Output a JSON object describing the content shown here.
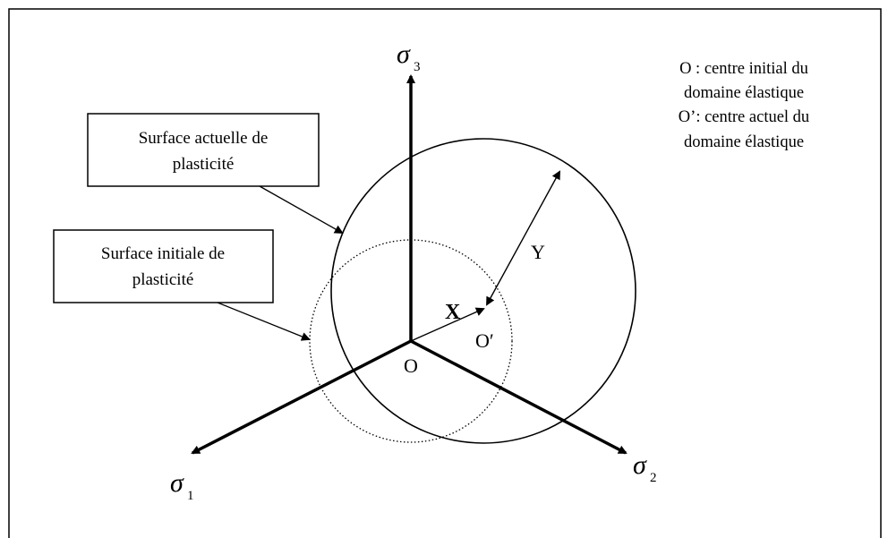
{
  "legend": [
    "O : centre initial du",
    "domaine élastique",
    "O’: centre actuel du",
    "domaine élastique"
  ],
  "boxes": {
    "current": [
      "Surface actuelle de",
      "plasticité"
    ],
    "initial": [
      "Surface initiale de",
      "plasticité"
    ]
  },
  "axes": {
    "sigma3": {
      "symbol": "σ",
      "subscript": "3"
    },
    "sigma1": {
      "symbol": "σ",
      "subscript": "1"
    },
    "sigma2": {
      "symbol": "σ",
      "subscript": "2"
    }
  },
  "points": {
    "origin": "O",
    "current_center": "O′"
  },
  "vectors": {
    "X": "X",
    "Y": "Y"
  }
}
